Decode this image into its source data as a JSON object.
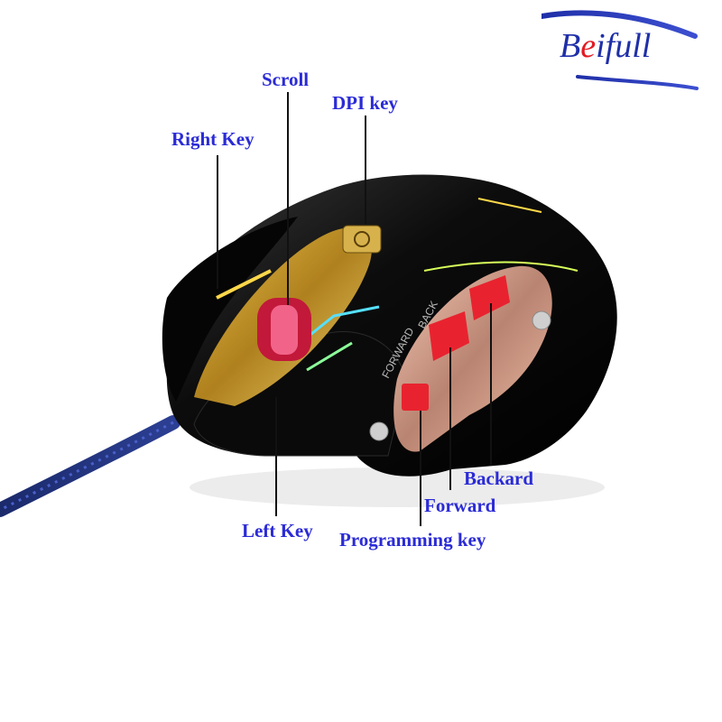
{
  "brand": {
    "letter_b": "B",
    "letter_e": "e",
    "rest": "ifull",
    "primary_color": "#1f2fa8",
    "accent_color": "#e31b23"
  },
  "labels": {
    "scroll": "Scroll",
    "dpi_key": "DPI key",
    "right_key": "Right Key",
    "left_key": "Left Key",
    "backard": "Backard",
    "forward": "Forward",
    "programming_key": "Programming key"
  },
  "mouse_side_text": {
    "forward": "FORWARD",
    "back": "BACK"
  },
  "label_color": "#2b2bd6"
}
